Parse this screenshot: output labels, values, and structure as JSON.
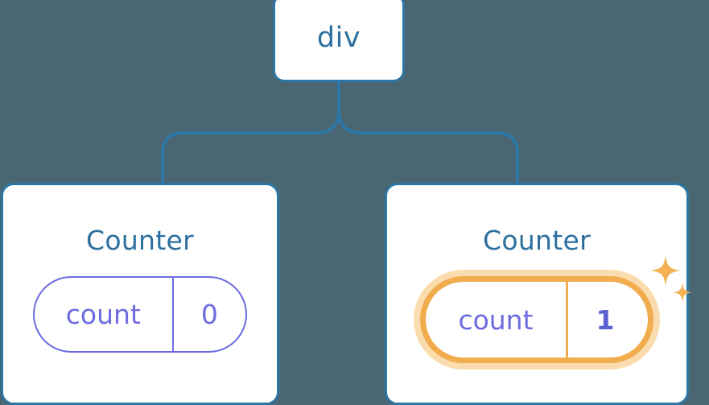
{
  "diagram": {
    "background_color": "#4a6672",
    "node_border_color": "#2d77a6",
    "title_color": "#2d6f9e",
    "state_color": "#6c6ce0",
    "highlight_color": "#f0ac4d",
    "highlight_glow_color": "#fbdcae",
    "root": {
      "label": "div"
    },
    "children": [
      {
        "title": "Counter",
        "state": {
          "key": "count",
          "value": "0"
        },
        "highlighted": false,
        "sparkle": false
      },
      {
        "title": "Counter",
        "state": {
          "key": "count",
          "value": "1"
        },
        "highlighted": true,
        "sparkle": true
      }
    ]
  }
}
